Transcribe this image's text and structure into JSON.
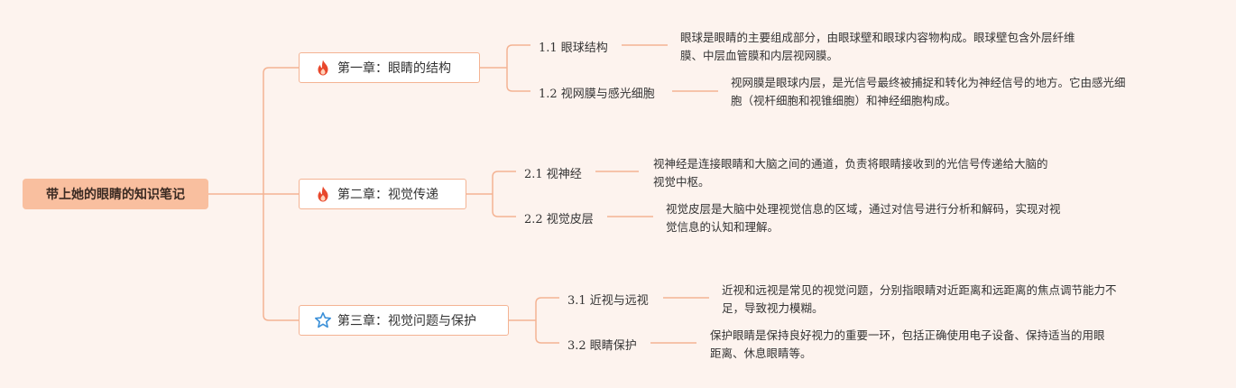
{
  "root": {
    "title": "带上她的眼睛的知识笔记"
  },
  "chapters": [
    {
      "title": "第一章：眼睛的结构",
      "icon": "fire-icon",
      "sections": [
        {
          "label": "1.1 眼球结构",
          "desc": [
            "眼球是眼睛的主要组成部分，由眼球壁和眼球内容物构成。眼球壁包含外层纤维",
            "膜、中层血管膜和内层视网膜。"
          ]
        },
        {
          "label": "1.2 视网膜与感光细胞",
          "desc": [
            "视网膜是眼球内层，是光信号最终被捕捉和转化为神经信号的地方。它由感光细",
            "胞（视杆细胞和视锥细胞）和神经细胞构成。"
          ]
        }
      ]
    },
    {
      "title": "第二章：视觉传递",
      "icon": "fire-icon",
      "sections": [
        {
          "label": "2.1 视神经",
          "desc": [
            "视神经是连接眼睛和大脑之间的通道，负责将眼睛接收到的光信号传递给大脑的",
            "视觉中枢。"
          ]
        },
        {
          "label": "2.2 视觉皮层",
          "desc": [
            "视觉皮层是大脑中处理视觉信息的区域，通过对信号进行分析和解码，实现对视",
            "觉信息的认知和理解。"
          ]
        }
      ]
    },
    {
      "title": "第三章：视觉问题与保护",
      "icon": "star-outline-icon",
      "sections": [
        {
          "label": "3.1 近视与远视",
          "desc": [
            "近视和远视是常见的视觉问题，分别指眼睛对近距离和远距离的焦点调节能力不",
            "足，导致视力模糊。"
          ]
        },
        {
          "label": "3.2 眼睛保护",
          "desc": [
            "保护眼睛是保持良好视力的重要一环，包括正确使用电子设备、保持适当的用眼",
            "距离、休息眼睛等。"
          ]
        }
      ]
    }
  ],
  "colors": {
    "line": "#f4b393",
    "root_bg": "#f9bf9f",
    "fire": "#e8472b",
    "star": "#3a8fd8"
  }
}
